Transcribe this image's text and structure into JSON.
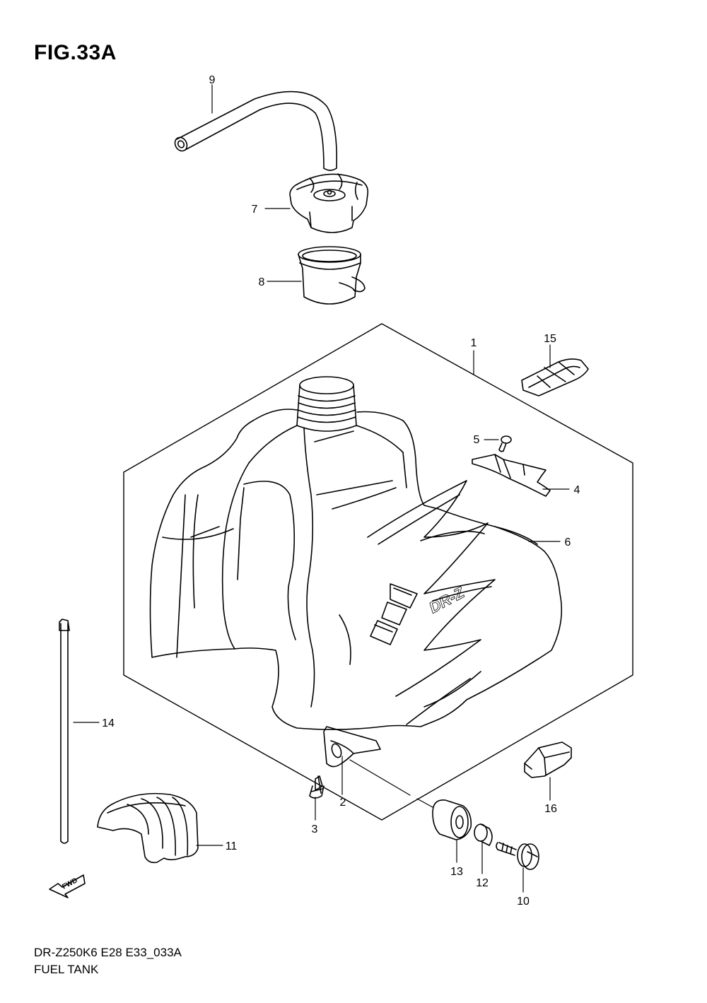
{
  "figure": {
    "title": "FIG.33A",
    "model_code": "DR-Z250K6 E28 E33_033A",
    "caption": "FUEL TANK"
  },
  "fwd_label": "FWD",
  "tank_logo_text": "DR-Z",
  "callouts": {
    "c1": "1",
    "c2": "2",
    "c3": "3",
    "c4": "4",
    "c5": "5",
    "c6": "6",
    "c7": "7",
    "c8": "8",
    "c9": "9",
    "c10": "10",
    "c11": "11",
    "c12": "12",
    "c13": "13",
    "c14": "14",
    "c15": "15",
    "c16": "16"
  },
  "colors": {
    "line": "#000000",
    "background": "#ffffff"
  }
}
